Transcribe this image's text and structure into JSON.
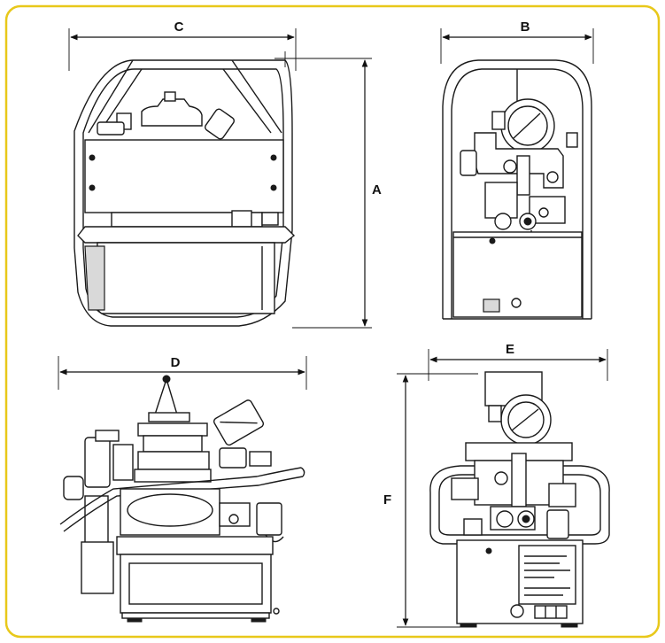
{
  "dimension_labels": {
    "a": "A",
    "b": "B",
    "c": "C",
    "d": "D",
    "e": "E",
    "f": "F"
  },
  "colors": {
    "frame_border": "#e8c81a",
    "line": "#1a1a1a",
    "background": "#ffffff"
  }
}
